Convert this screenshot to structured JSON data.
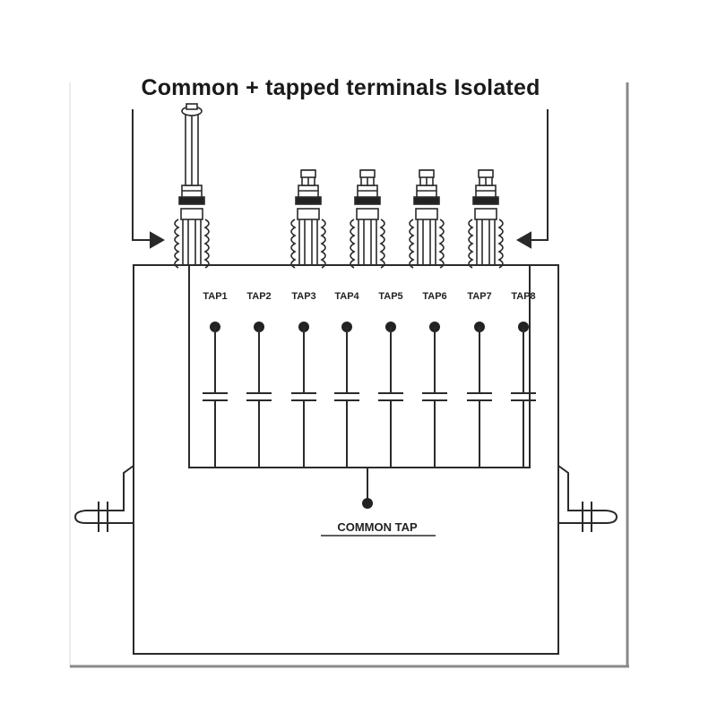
{
  "title": "Common + tapped terminals Isolated",
  "taps": [
    "TAP1",
    "TAP2",
    "TAP3",
    "TAP4",
    "TAP5",
    "TAP6",
    "TAP7",
    "TAP8"
  ],
  "common_tap_label": "COMMON TAP",
  "colors": {
    "line": "#2a2a2a",
    "shadow": "#9a9a9a",
    "background": "#ffffff"
  }
}
